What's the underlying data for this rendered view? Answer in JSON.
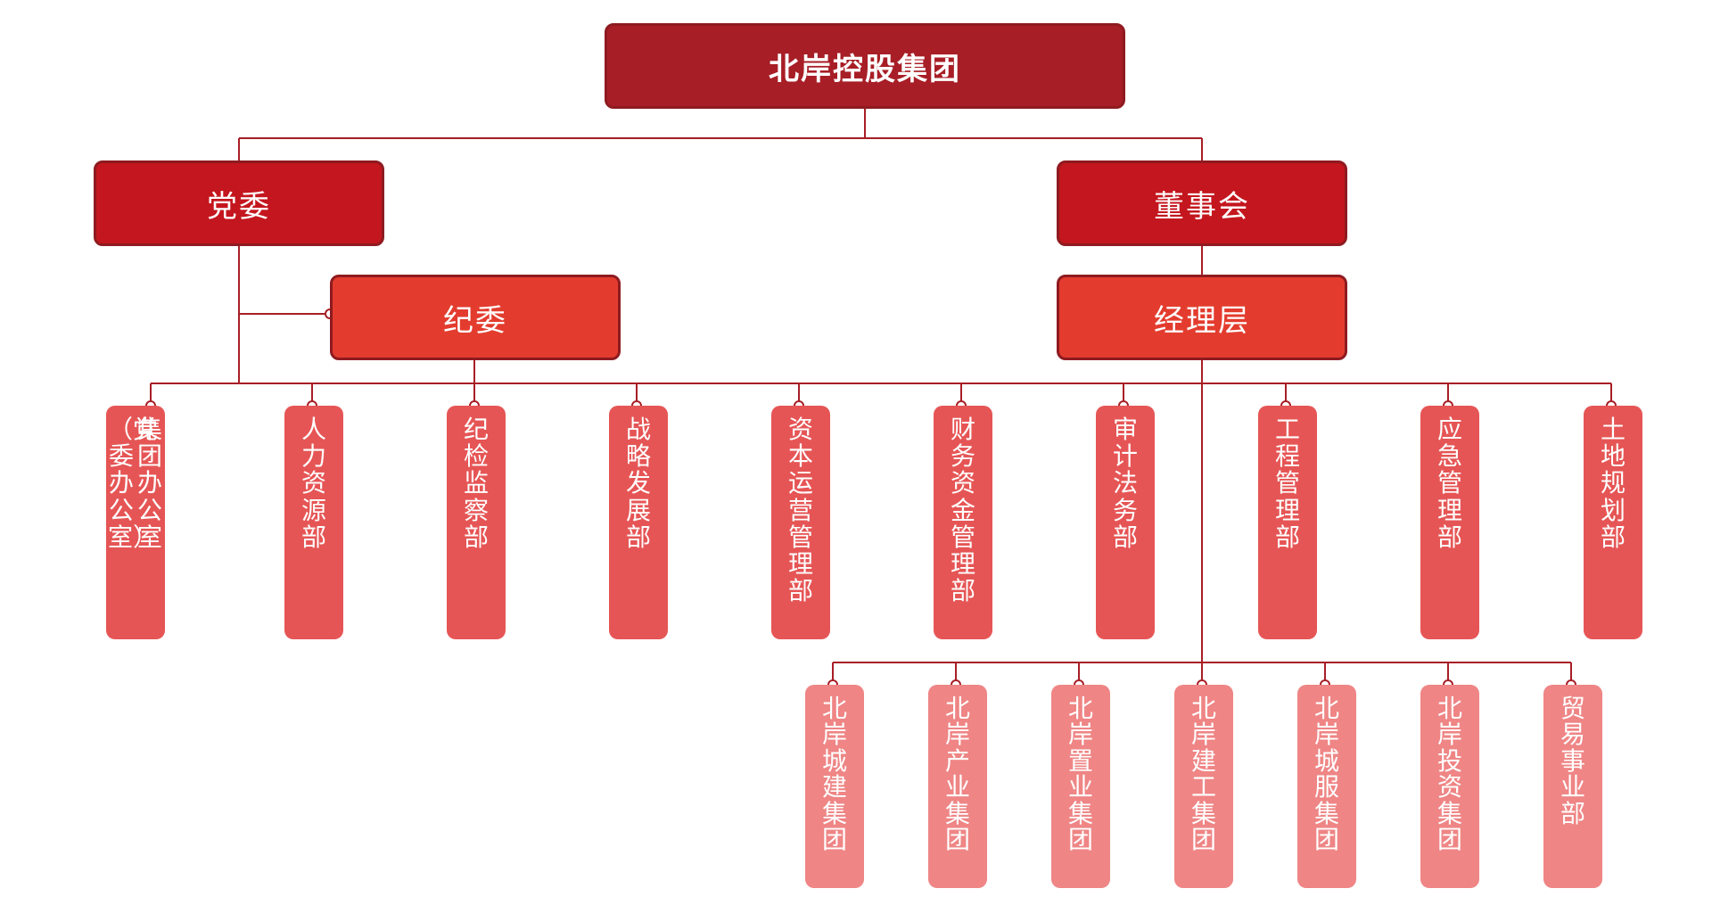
{
  "root": {
    "label": "北岸控股集团"
  },
  "party_committee": {
    "label": "党委"
  },
  "board": {
    "label": "董事会"
  },
  "discipline_committee": {
    "label": "纪委"
  },
  "management": {
    "label": "经理层"
  },
  "departments": [
    {
      "col1": "集团办公室",
      "col2": "（党委办公室）"
    },
    {
      "col1": "人力资源部"
    },
    {
      "col1": "纪检监察部"
    },
    {
      "col1": "战略发展部"
    },
    {
      "col1": "资本运营管理部"
    },
    {
      "col1": "财务资金管理部"
    },
    {
      "col1": "审计法务部"
    },
    {
      "col1": "工程管理部"
    },
    {
      "col1": "应急管理部"
    },
    {
      "col1": "土地规划部"
    }
  ],
  "subsidiaries": [
    {
      "label": "北岸城建集团"
    },
    {
      "label": "北岸产业集团"
    },
    {
      "label": "北岸置业集团"
    },
    {
      "label": "北岸建工集团"
    },
    {
      "label": "北岸城服集团"
    },
    {
      "label": "北岸投资集团"
    },
    {
      "label": "贸易事业部"
    }
  ],
  "colors": {
    "root": "#a81e26",
    "level1": "#c4161e",
    "level2": "#e33c2e",
    "department": "#e65555",
    "subsidiary": "#ef8585",
    "connector": "#a81e26"
  }
}
